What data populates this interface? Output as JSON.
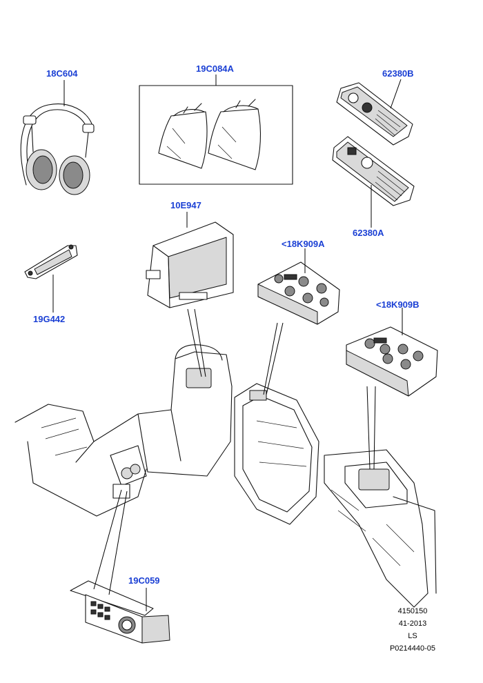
{
  "labels": {
    "headphones": "18C604",
    "bags": "19C084A",
    "remote_b": "62380B",
    "remote_a": "62380A",
    "dvd_unit": "10E947",
    "bracket": "19G442",
    "switch_a": "<18K909A",
    "switch_b": "<18K909B",
    "rear_panel": "19C059"
  },
  "reference": {
    "number": "4150150",
    "code": "41-2013",
    "region": "LS",
    "illustration": "P0214440-05"
  }
}
